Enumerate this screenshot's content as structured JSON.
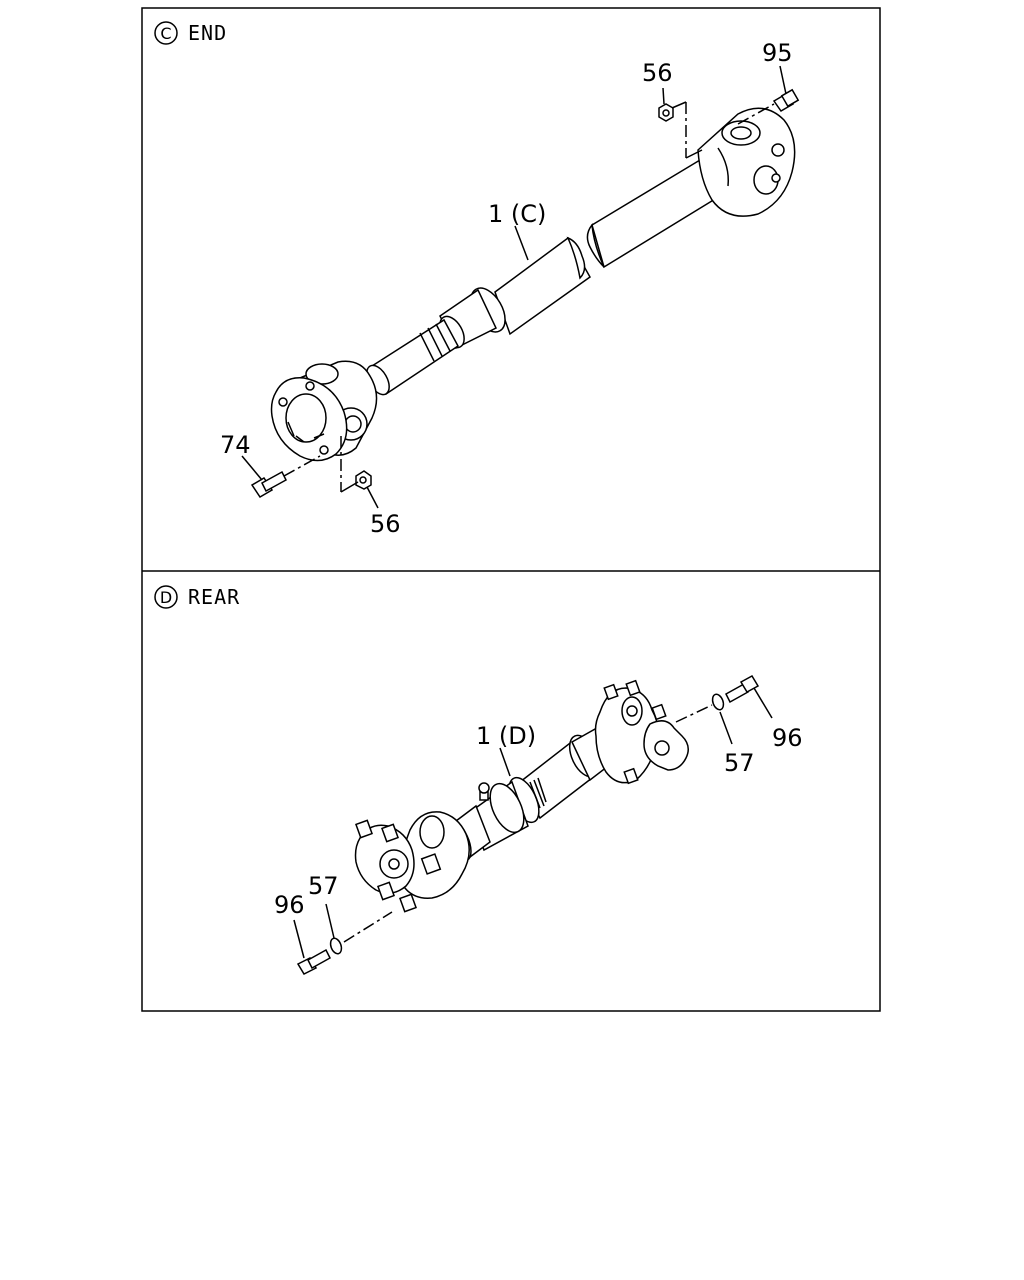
{
  "section_end": {
    "circle_letter": "C",
    "title": "END"
  },
  "section_rear": {
    "circle_letter": "D",
    "title": "REAR"
  },
  "callouts_end": {
    "shaft": "1 (C)",
    "nut_top": "56",
    "bolt_top": "95",
    "bolt_bottom": "74",
    "nut_bottom": "56"
  },
  "callouts_rear": {
    "shaft": "1 (D)",
    "bolt_right": "96",
    "washer_right": "57",
    "bolt_left": "96",
    "washer_left": "57"
  }
}
